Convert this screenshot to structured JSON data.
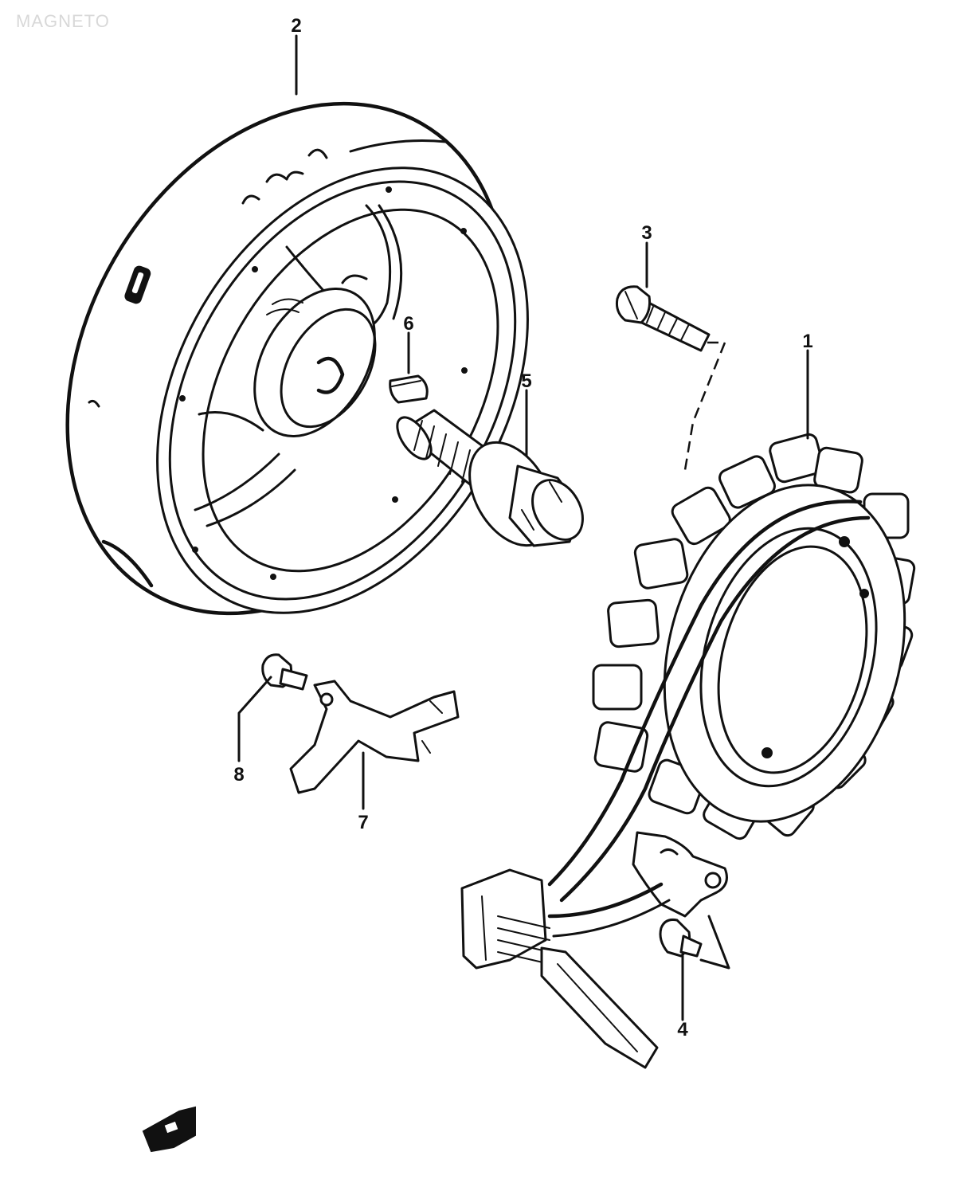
{
  "watermark": "MAGNETO",
  "callouts": {
    "stator": "1",
    "rotor": "2",
    "stator_screw": "3",
    "clamp_screw": "4",
    "rotor_bolt": "5",
    "key": "6",
    "lead_guide": "7",
    "guide_screw": "8"
  }
}
